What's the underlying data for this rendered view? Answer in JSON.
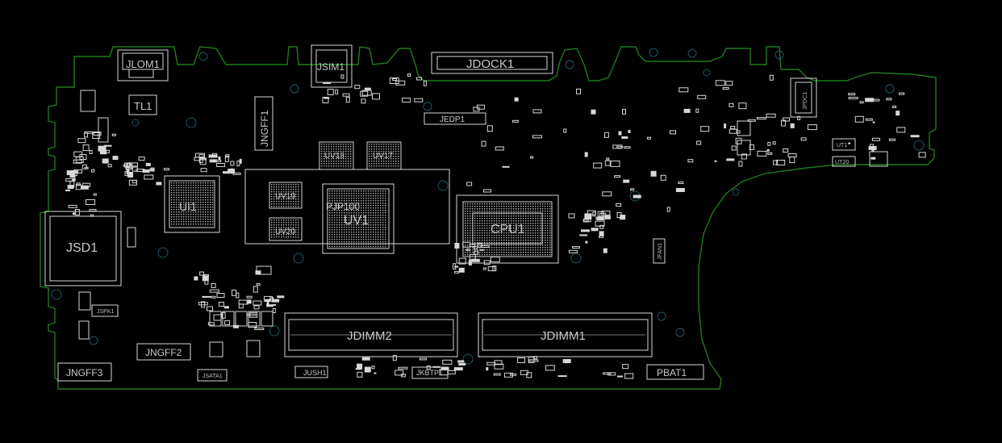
{
  "board": {
    "outline_color": "#1f7a1f",
    "part_color": "#d6d6d6",
    "background": "#000000"
  },
  "labels": {
    "jlom1": "JLOM1",
    "jsim1": "JSIM1",
    "jdock1": "JDOCK1",
    "tl1": "TL1",
    "jngff1": "JNGFF1",
    "uv18": "UV18",
    "uv17": "UV17",
    "jedp1": "JEDP1",
    "uv19": "UV19",
    "uv20": "UV20",
    "pjp100": "PJP100",
    "uv1": "UV1",
    "cpu1": "CPU1",
    "ui1": "UI1",
    "jsd1": "JSD1",
    "jdimm2": "JDIMM2",
    "jdimm1": "JDIMM1",
    "jngff2": "JNGFF2",
    "jngff3": "JNGFF3",
    "jsata1": "JSATA1",
    "jush1": "JUSH1",
    "jkbtp1": "JKBTP1",
    "pbat1": "PBAT1",
    "jpdc1": "JPDC1",
    "ut1": "UT1",
    "ut20": "UT20",
    "jspk1": "JSPK1",
    "jfan1": "JFAN1"
  }
}
